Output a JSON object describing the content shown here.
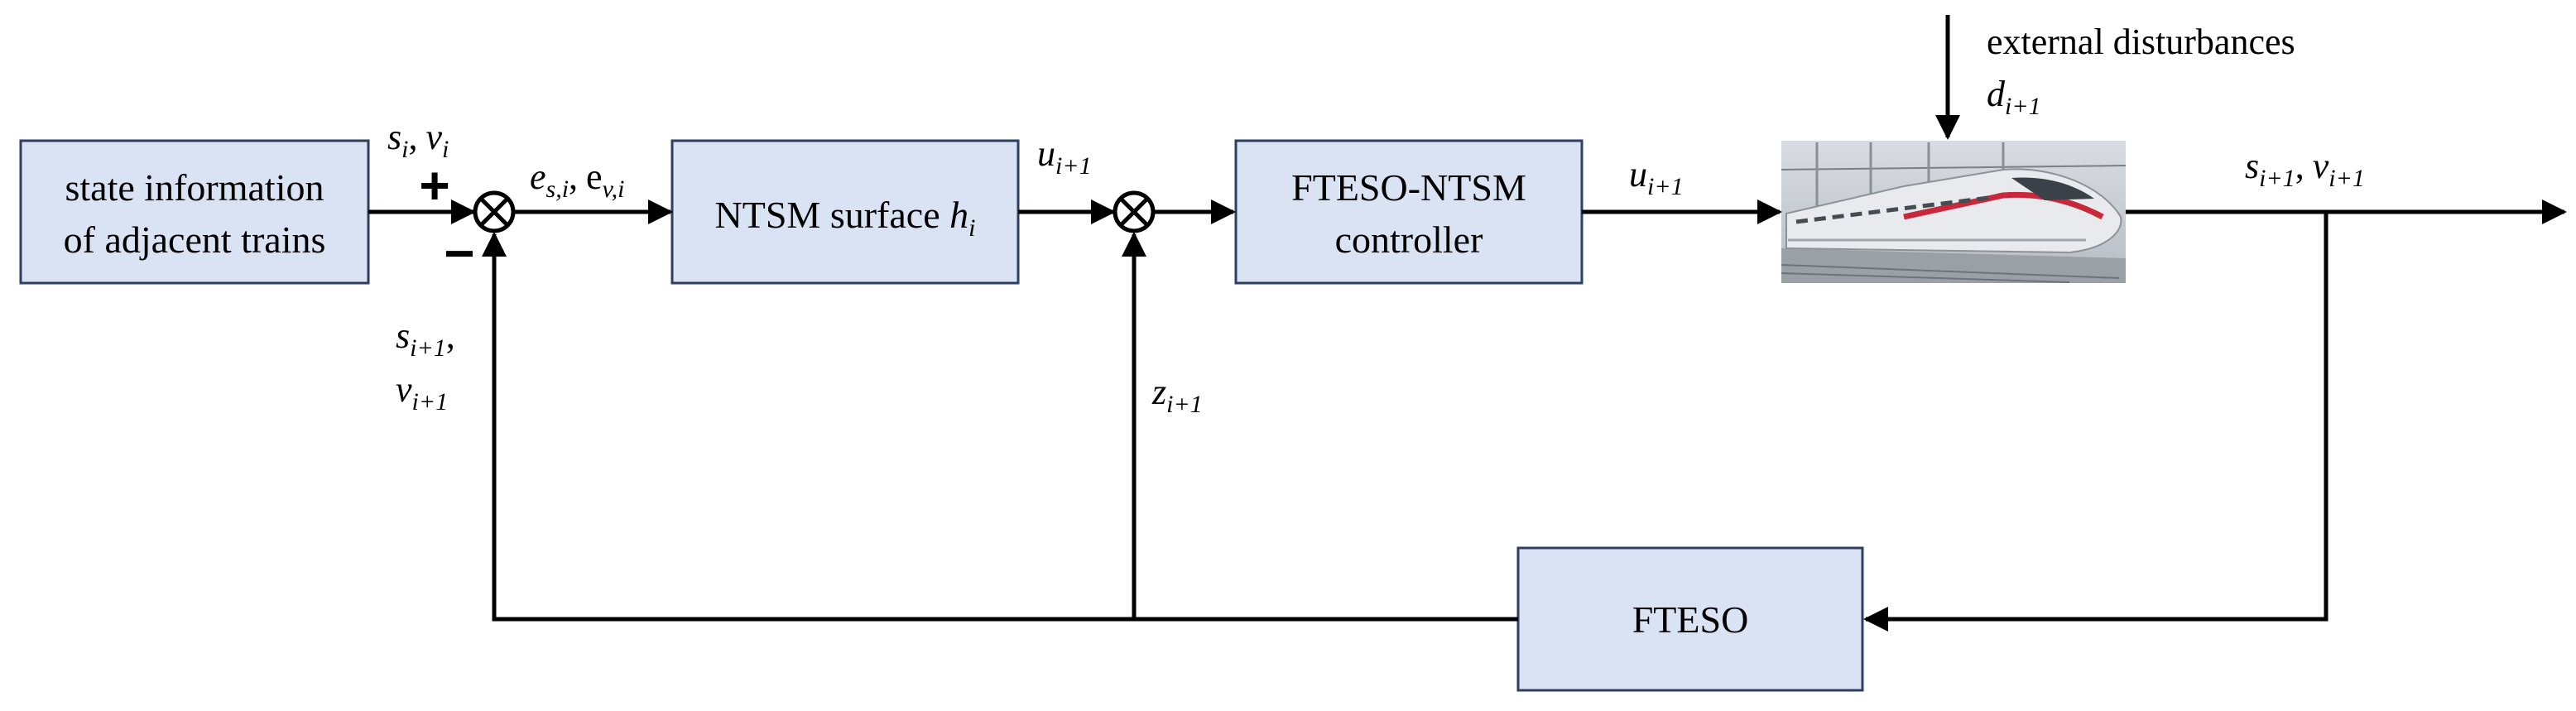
{
  "blocks": {
    "state_info": [
      "state information",
      "of adjacent trains"
    ],
    "ntsm_surface": {
      "text": "NTSM surface ",
      "var": "h",
      "sub": "i"
    },
    "controller": [
      "FTESO-NTSM",
      "controller"
    ],
    "observer": "FTESO"
  },
  "signs": {
    "plus": "+",
    "minus": "−"
  },
  "labels": {
    "s_i": {
      "var": "s",
      "sub": "i"
    },
    "v_i": {
      "var": "v",
      "sub": "i"
    },
    "comma": ",",
    "e_s": {
      "var": "e",
      "sub": "s,i"
    },
    "e_v": {
      "var": "e",
      "sub": "v,i"
    },
    "u_next": {
      "var": "u",
      "sub": "i+1"
    },
    "z_next": {
      "var": "z",
      "sub": "i+1"
    },
    "s_next": {
      "var": "s",
      "sub": "i+1"
    },
    "v_next": {
      "var": "v",
      "sub": "i+1"
    },
    "d_next": {
      "var": "d",
      "sub": "i+1"
    },
    "disturbance": "external disturbances"
  },
  "colors": {
    "block_fill": "#dae3f3",
    "block_stroke": "#2f3f5f",
    "wire": "#000000"
  }
}
